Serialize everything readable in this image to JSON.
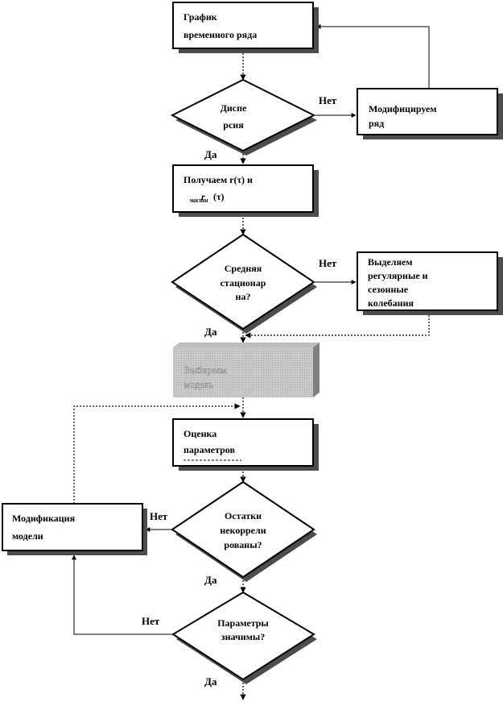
{
  "nodes": {
    "time_series_graph": [
      "График",
      "временного ряда"
    ],
    "variance_decision": [
      "Диспе",
      "рсия"
    ],
    "modify_series": [
      "Модифицируем",
      "ряд"
    ],
    "get_acf": [
      "Получаем   r(τ)   и",
      "r(τ)"
    ],
    "get_acf_sub": "частн",
    "mean_stationary_decision": [
      "Средняя",
      "стационар",
      "на?"
    ],
    "extract_fluctuations": [
      "Выделяем",
      "регулярные         и",
      "сезонные",
      "колебания"
    ],
    "choose_model": [
      "Выбираем",
      "модель"
    ],
    "estimate_parameters": [
      "Оценка",
      "параметров"
    ],
    "residuals_decision": [
      "Остатки",
      "некоррели",
      "рованы?"
    ],
    "modify_model": [
      "Модификация",
      "модели"
    ],
    "parameters_decision": [
      "Параметры",
      "значимы?"
    ]
  },
  "edge_labels": {
    "variance_no": "Нет",
    "variance_yes": "Да",
    "mean_no": "Нет",
    "mean_yes": "Да",
    "residuals_no": "Нет",
    "residuals_yes": "Да",
    "parameters_no": "Нет",
    "parameters_yes": "Да"
  }
}
